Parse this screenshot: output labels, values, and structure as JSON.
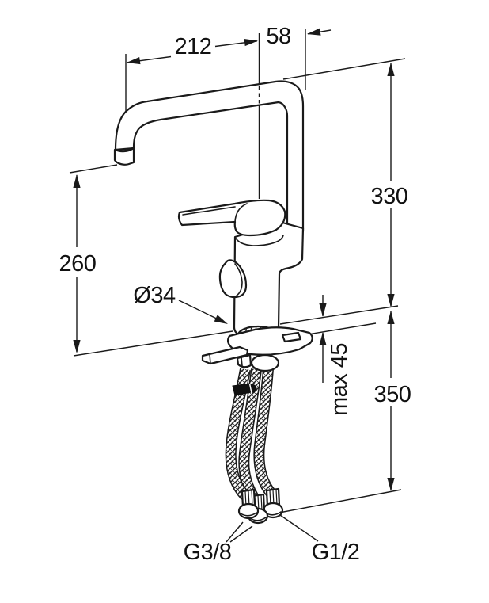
{
  "drawing": {
    "type": "technical-dimension-drawing",
    "subject": "single-lever kitchen mixer faucet, side view with installation dimensions",
    "line_color": "#1a1a1a",
    "background_color": "#ffffff",
    "labels": {
      "spout_reach": "212",
      "spout_offset": "58",
      "height_above_deck": "330",
      "spout_clearance": "260",
      "base_diameter": "Ø34",
      "max_deck_thickness": "max 45",
      "below_deck_length": "350",
      "supply_thread": "G3/8",
      "outlet_thread": "G1/2"
    }
  }
}
